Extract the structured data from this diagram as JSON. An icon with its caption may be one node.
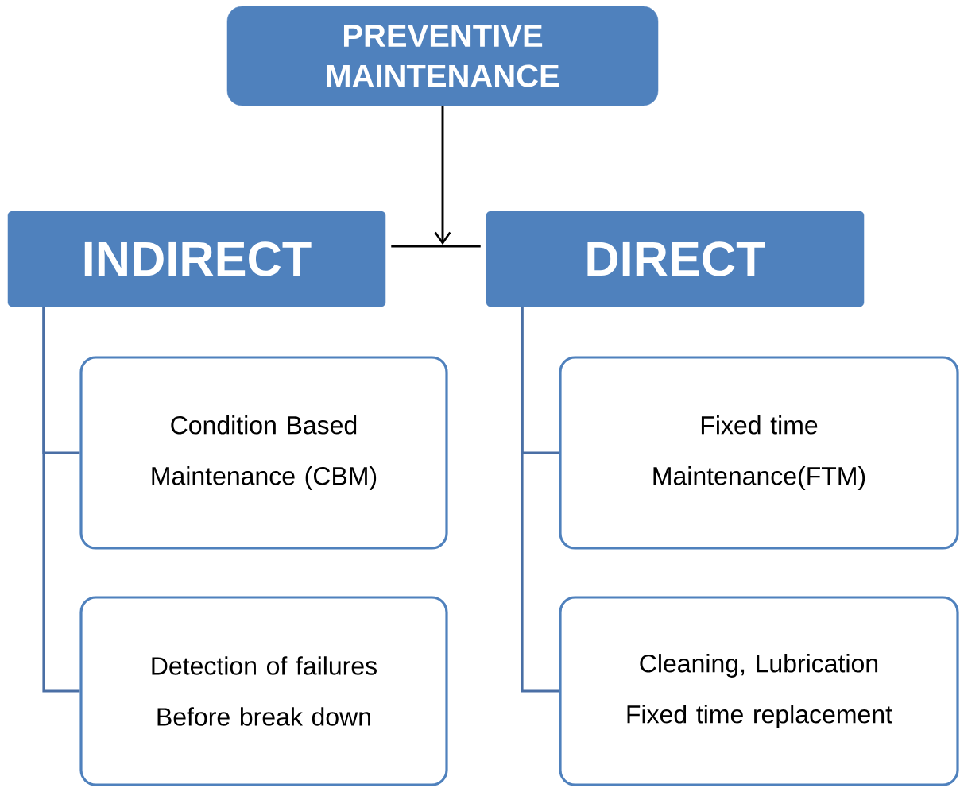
{
  "diagram": {
    "nodes": [
      {
        "text": [
          "PREVENTIVE MAINTENANCE"
        ]
      },
      {
        "text": [
          "INDIRECT"
        ]
      },
      {
        "text": [
          "DIRECT"
        ]
      },
      {
        "text": [
          "Condition Based Maintenance (CBM)"
        ]
      },
      {
        "text": [
          "Detection of failures Before break down"
        ]
      },
      {
        "text": [
          "Fixed time Maintenance(FTM)"
        ]
      },
      {
        "text": [
          "Cleaning, Lubrication Fixed time replacement"
        ]
      }
    ],
    "edges": [
      {
        "from": 0,
        "to": null,
        "arrow": "to",
        "color": "#000000"
      },
      {
        "from": 1,
        "to": 2,
        "arrow": "none",
        "color": "#000000"
      },
      {
        "from": 1,
        "to": 3,
        "arrow": "none"
      },
      {
        "from": 1,
        "to": 4,
        "arrow": "none"
      },
      {
        "from": 2,
        "to": 5,
        "arrow": "none"
      },
      {
        "from": 2,
        "to": 6,
        "arrow": "none"
      }
    ]
  }
}
